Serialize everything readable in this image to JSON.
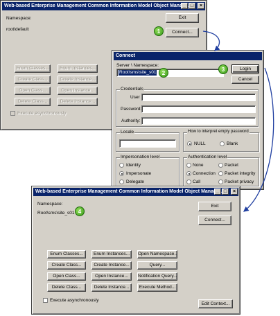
{
  "window1": {
    "title": "Web-based Enterprise Management Common Information Model Object Manage...",
    "namespace_label": "Namespace:",
    "namespace_value": "root\\default",
    "exit": "Exit",
    "connect": "Connect...",
    "buttons": [
      "Enum Classes...",
      "Enum Instances...",
      "Create Class...",
      "Create Instance...",
      "Open Class...",
      "Open Instance...",
      "Delete Class...",
      "Delete Instance..."
    ],
    "execute_async": "Execute asynchronously"
  },
  "connect_dialog": {
    "title": "Connect",
    "server_label": "Server \\ Namespace:",
    "server_value": "Root\\sms\\site_s01",
    "login": "Login",
    "cancel": "Cancel",
    "credentials_label": "Credentials",
    "user_label": "User",
    "password_label": "Password:",
    "authority_label": "Authority:",
    "locale_label": "Locale",
    "empty_password_label": "How to interpret empty password",
    "null_option": "NULL",
    "blank_option": "Blank",
    "impersonation_label": "Impersonation level",
    "impersonation_options": [
      "Identity",
      "Impersonate",
      "Delegate"
    ],
    "auth_level_label": "Authentication level",
    "auth_options": [
      "None",
      "Packet",
      "Connection",
      "Packet integrity",
      "Call",
      "Packet privacy"
    ]
  },
  "window2": {
    "title": "Web-based Enterprise Management Common Information Model Object Manage...",
    "namespace_label": "Namespace:",
    "namespace_value": "Root\\sms\\site_s01",
    "exit": "Exit",
    "connect": "Connect...",
    "col1": [
      "Enum Classes...",
      "Create Class...",
      "Open Class...",
      "Delete Class..."
    ],
    "col2": [
      "Enum Instances...",
      "Create Instance...",
      "Open Instance...",
      "Delete Instance..."
    ],
    "col3": [
      "Open Namespace...",
      "Query...",
      "Notification Query...",
      "Execute Method..."
    ],
    "execute_async": "Execute asynchronously",
    "edit_context": "Edit Context..."
  },
  "callouts": [
    "1",
    "2",
    "3",
    "4"
  ],
  "colors": {
    "titlebar": "#0a246a",
    "dialog_bg": "#d4d0c8",
    "callout_green": "#4cae22",
    "arrow_blue": "#1f3ea0"
  }
}
